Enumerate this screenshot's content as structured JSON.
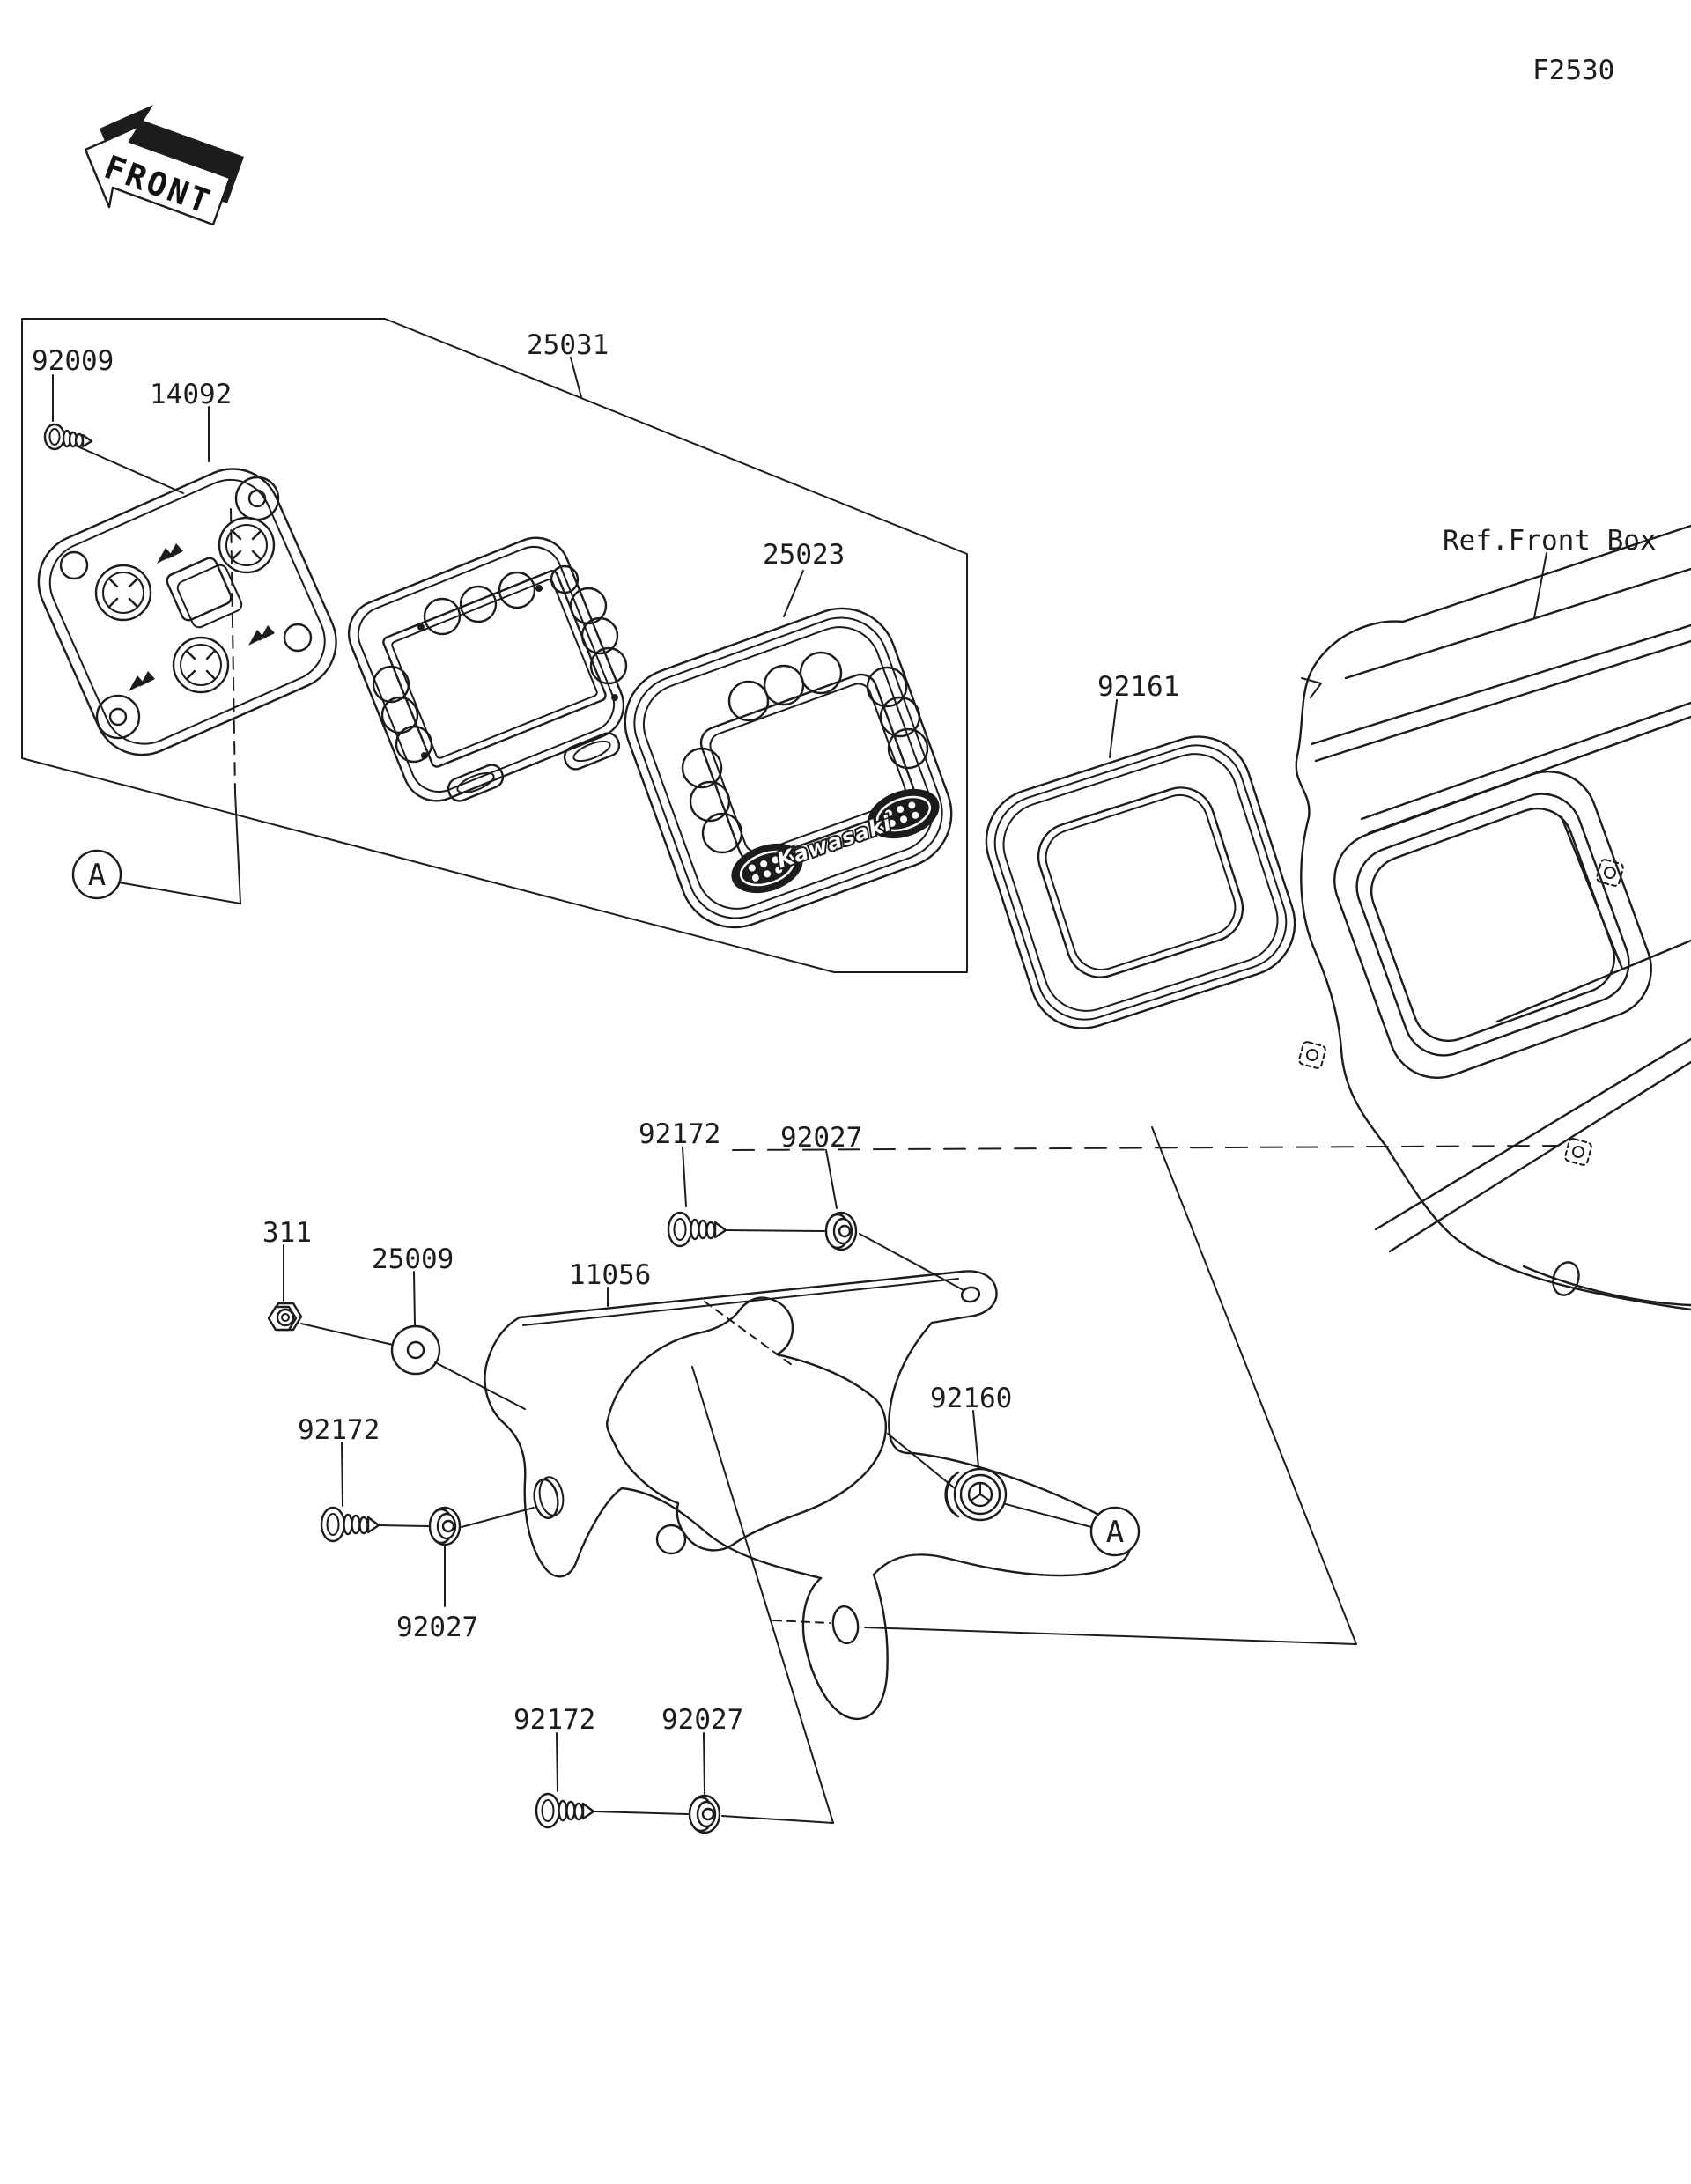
{
  "figure": {
    "code": "F2530",
    "direction_marker": "FRONT",
    "reference_label": "Ref.Front Box",
    "detail_marker": "A",
    "brand_logo": "Kawasaki",
    "ink_color": "#1c1c1c",
    "background_color": "#ffffff"
  },
  "callouts": [
    {
      "label": "F2530"
    },
    {
      "label": "FRONT"
    },
    {
      "label": "92009"
    },
    {
      "label": "14092"
    },
    {
      "label": "25031"
    },
    {
      "label": "25023"
    },
    {
      "label": "92161"
    },
    {
      "label": "Ref.Front Box"
    },
    {
      "label": "92172"
    },
    {
      "label": "92027"
    },
    {
      "label": "311"
    },
    {
      "label": "25009"
    },
    {
      "label": "11056"
    },
    {
      "label": "92160"
    },
    {
      "label": "92172"
    },
    {
      "label": "92027"
    },
    {
      "label": "92172"
    },
    {
      "label": "92027"
    },
    {
      "label": "A"
    },
    {
      "label": "A"
    },
    {
      "label": "Kawasaki"
    }
  ]
}
